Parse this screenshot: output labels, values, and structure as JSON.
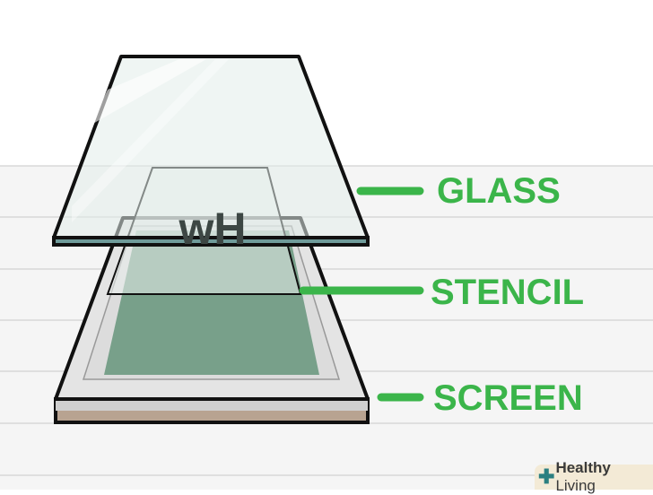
{
  "labels": {
    "glass": "GLASS",
    "stencil": "STENCIL",
    "screen": "SCREEN"
  },
  "stencil_text": "wH",
  "watermark": {
    "bold": "Healthy",
    "rest": " Living"
  },
  "colors": {
    "label_green": "#3bb54a",
    "mesh": "#78a08a",
    "glass": "#e6eeec",
    "frame": "#e4e4e4",
    "base": "#b8a391"
  }
}
